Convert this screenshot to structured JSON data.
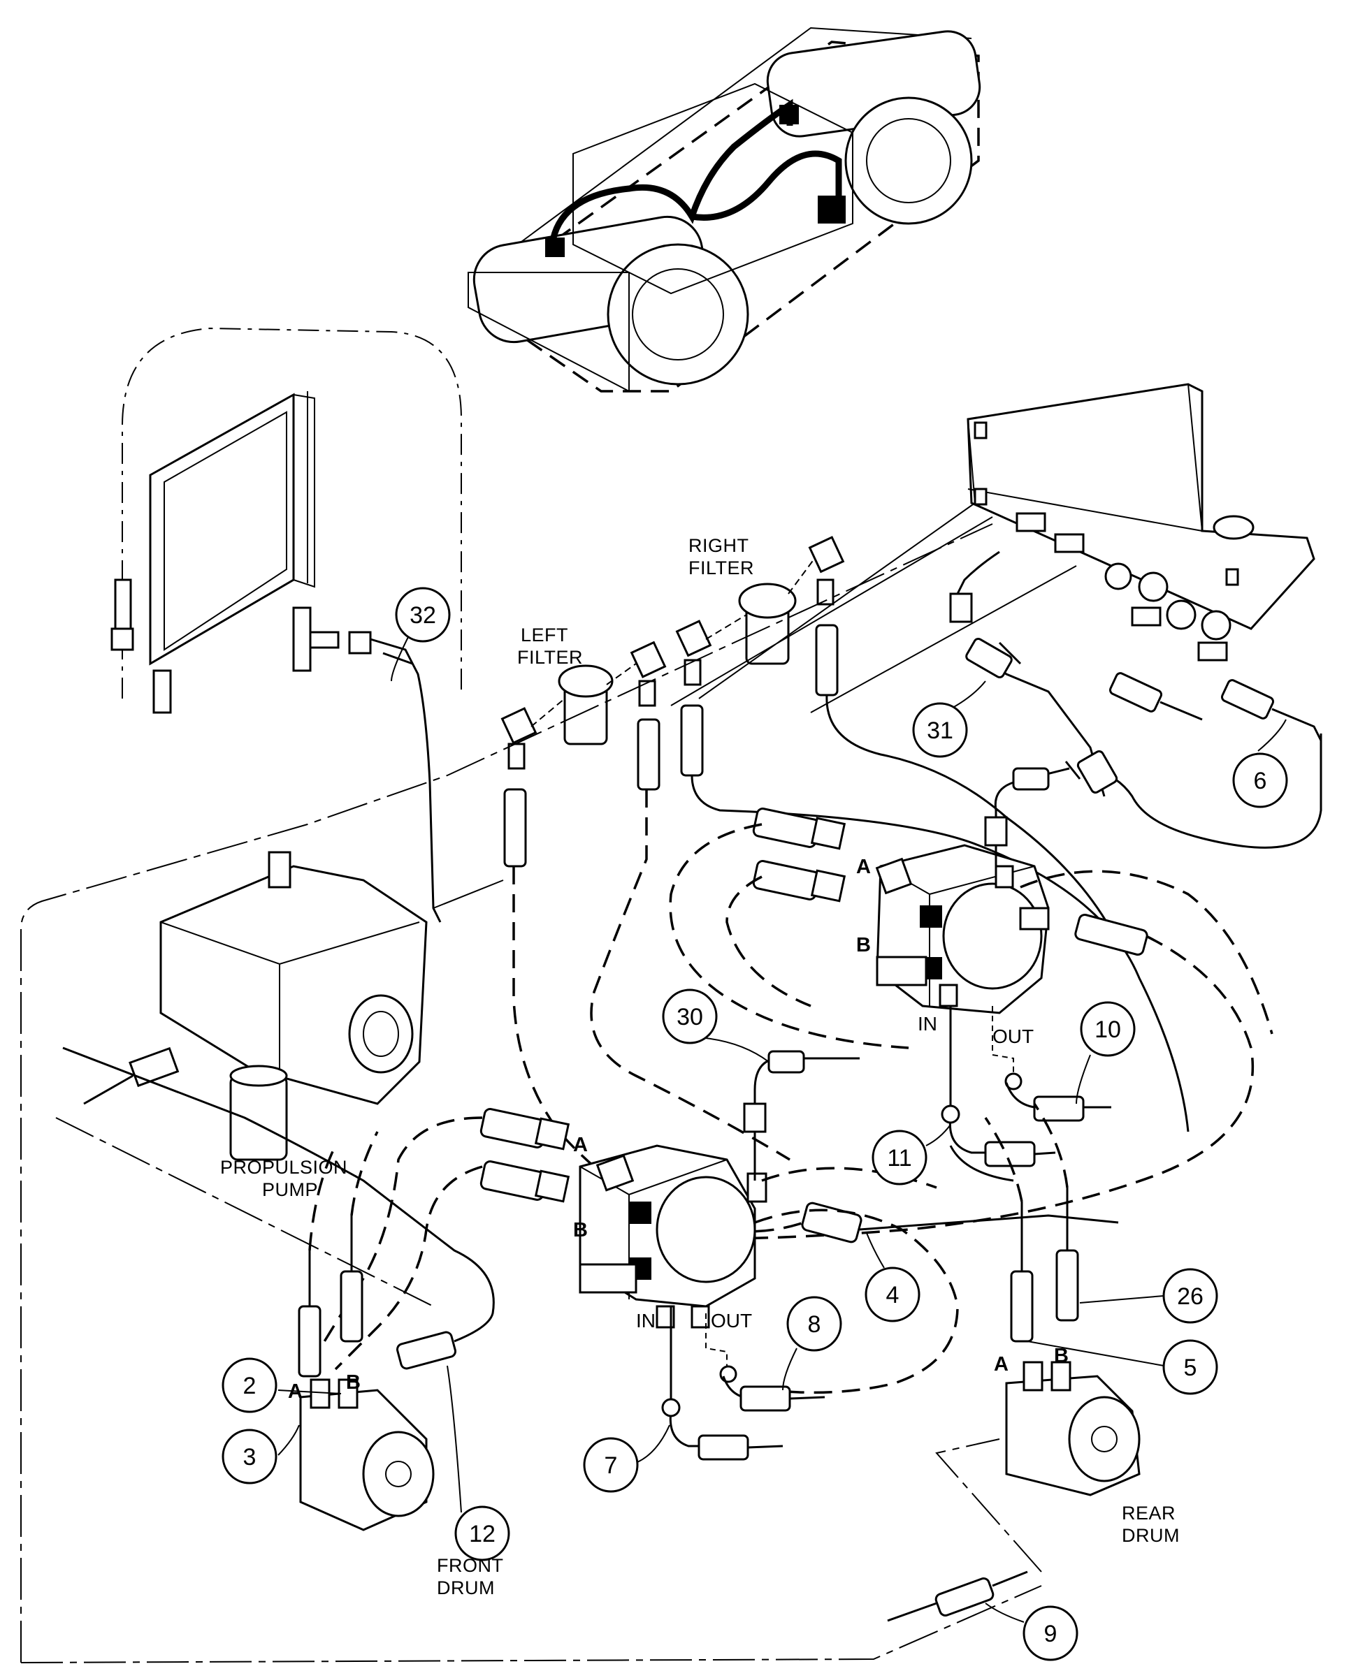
{
  "labels": {
    "left_filter": [
      "LEFT",
      "FILTER"
    ],
    "right_filter": [
      "RIGHT",
      "FILTER"
    ],
    "propulsion_pump": [
      "PROPULSION",
      "PUMP"
    ],
    "front_drum": [
      "FRONT",
      "DRUM"
    ],
    "rear_drum": [
      "REAR",
      "DRUM"
    ]
  },
  "ports": {
    "a": "A",
    "b": "B",
    "in": "IN",
    "out": "OUT"
  },
  "callouts": [
    "32",
    "31",
    "6",
    "30",
    "10",
    "11",
    "4",
    "8",
    "26",
    "5",
    "7",
    "2",
    "3",
    "12",
    "9"
  ]
}
